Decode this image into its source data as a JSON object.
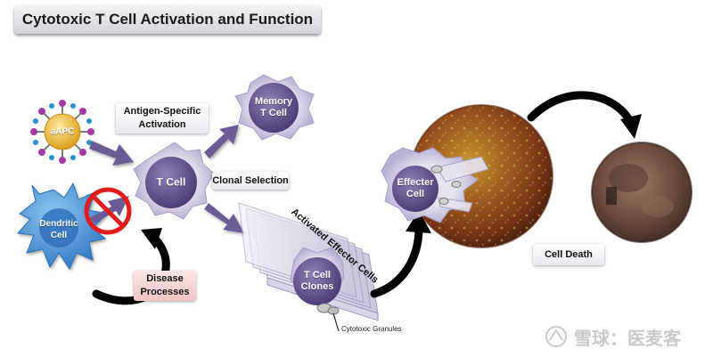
{
  "title": "Cytotoxic T Cell Activation and Function",
  "labels": {
    "antigen_specific_activation": "Antigen-Specific\nActivation",
    "clonal_selection": "Clonal Selection",
    "activated_effector_cells": "Activated Effector Cells",
    "disease_processes": "Disease\nProcesses",
    "cell_death": "Cell Death",
    "cytotoxic_granules": "Cytotoxic Granules"
  },
  "cells": {
    "aapc": "aAPC",
    "t_cell": "T Cell",
    "memory_t_cell": "Memory\nT Cell",
    "dendritic_cell": "Dendritic\nCell",
    "t_cell_clones": "T Cell\nClones",
    "effecter_cell": "Effecter\nCell"
  },
  "watermark": "雪球：医麦客",
  "colors": {
    "t_cell": "#6a5a92",
    "arrow_purple": "#6b5b95",
    "dendritic": "#3f8fd6",
    "aapc": "#e8b52b",
    "target_cell": "#9a4a22",
    "dead_cell": "#6e4a3c",
    "inhibit": "#e21b1b"
  }
}
